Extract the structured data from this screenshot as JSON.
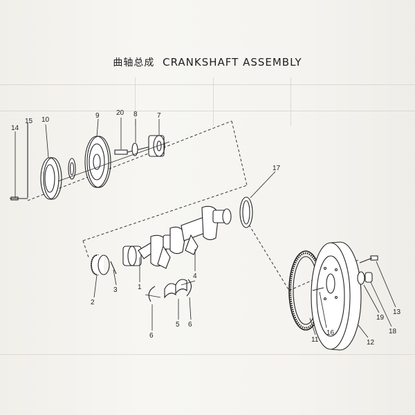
{
  "title": {
    "chinese": "曲轴总成",
    "english": "CRANKSHAFT ASSEMBLY"
  },
  "callouts": [
    {
      "id": "c14",
      "text": "14"
    },
    {
      "id": "c15",
      "text": "15"
    },
    {
      "id": "c10",
      "text": "10"
    },
    {
      "id": "c9",
      "text": "9"
    },
    {
      "id": "c20",
      "text": "20"
    },
    {
      "id": "c8",
      "text": "8"
    },
    {
      "id": "c7",
      "text": "7"
    },
    {
      "id": "c17",
      "text": "17"
    },
    {
      "id": "c1",
      "text": "1"
    },
    {
      "id": "c4",
      "text": "4"
    },
    {
      "id": "c3",
      "text": "3"
    },
    {
      "id": "c2",
      "text": "2"
    },
    {
      "id": "c6a",
      "text": "6"
    },
    {
      "id": "c5",
      "text": "5"
    },
    {
      "id": "c6b",
      "text": "6"
    },
    {
      "id": "c11",
      "text": "11"
    },
    {
      "id": "c16",
      "text": "16"
    },
    {
      "id": "c12",
      "text": "12"
    },
    {
      "id": "c19",
      "text": "19"
    },
    {
      "id": "c18",
      "text": "18"
    },
    {
      "id": "c13",
      "text": "13"
    }
  ],
  "colors": {
    "ink": "#1e1e1e",
    "paper": "#f4f2ee",
    "bleed": "#c9c6c0"
  }
}
